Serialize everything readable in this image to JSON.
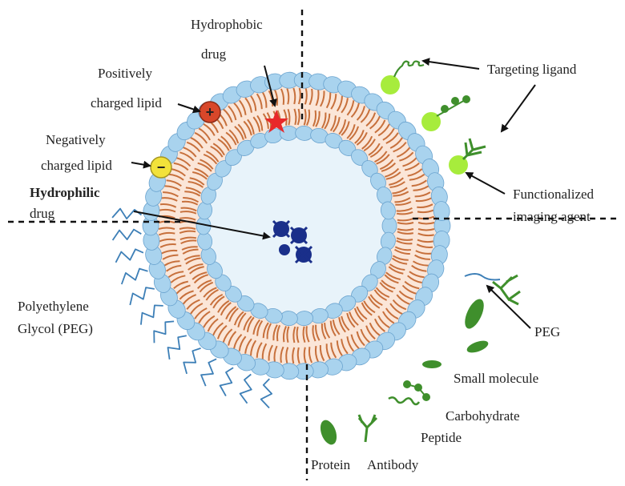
{
  "labels": {
    "hydrophobic_drug_1": "Hydrophobic",
    "hydrophobic_drug_2": "drug",
    "pos_lipid_1": "Positively",
    "pos_lipid_2": "charged lipid",
    "neg_lipid_1": "Negatively",
    "neg_lipid_2": "charged lipid",
    "hydrophilic_1": "Hydrophilic",
    "hydrophilic_2": "drug",
    "targeting_ligand": "Targeting ligand",
    "imaging_1": "Functionalized",
    "imaging_2": "imaging agent",
    "peg_left_1": "Polyethylene",
    "peg_left_2": "Glycol (PEG)",
    "peg_right": "PEG",
    "small_molecule": "Small molecule",
    "carbohydrate": "Carbohydrate",
    "peptide": "Peptide",
    "protein": "Protein",
    "antibody": "Antibody"
  },
  "symbols": {
    "plus": "+",
    "minus": "−"
  },
  "colors": {
    "head": "#a9d3ee",
    "head_stroke": "#6aa3cf",
    "tail": "#c7703c",
    "bilayer_fill": "#fbe6d8",
    "core_fill": "#e8f3fa",
    "ligand_green": "#3f8f2c",
    "ligand_light": "#a7ec3c",
    "drug_blue": "#1a2f8a",
    "pos_lipid": "#d8472a",
    "neg_lipid": "#f2e23a",
    "star": "#e8282a",
    "peg_line": "#3d7fb7"
  }
}
